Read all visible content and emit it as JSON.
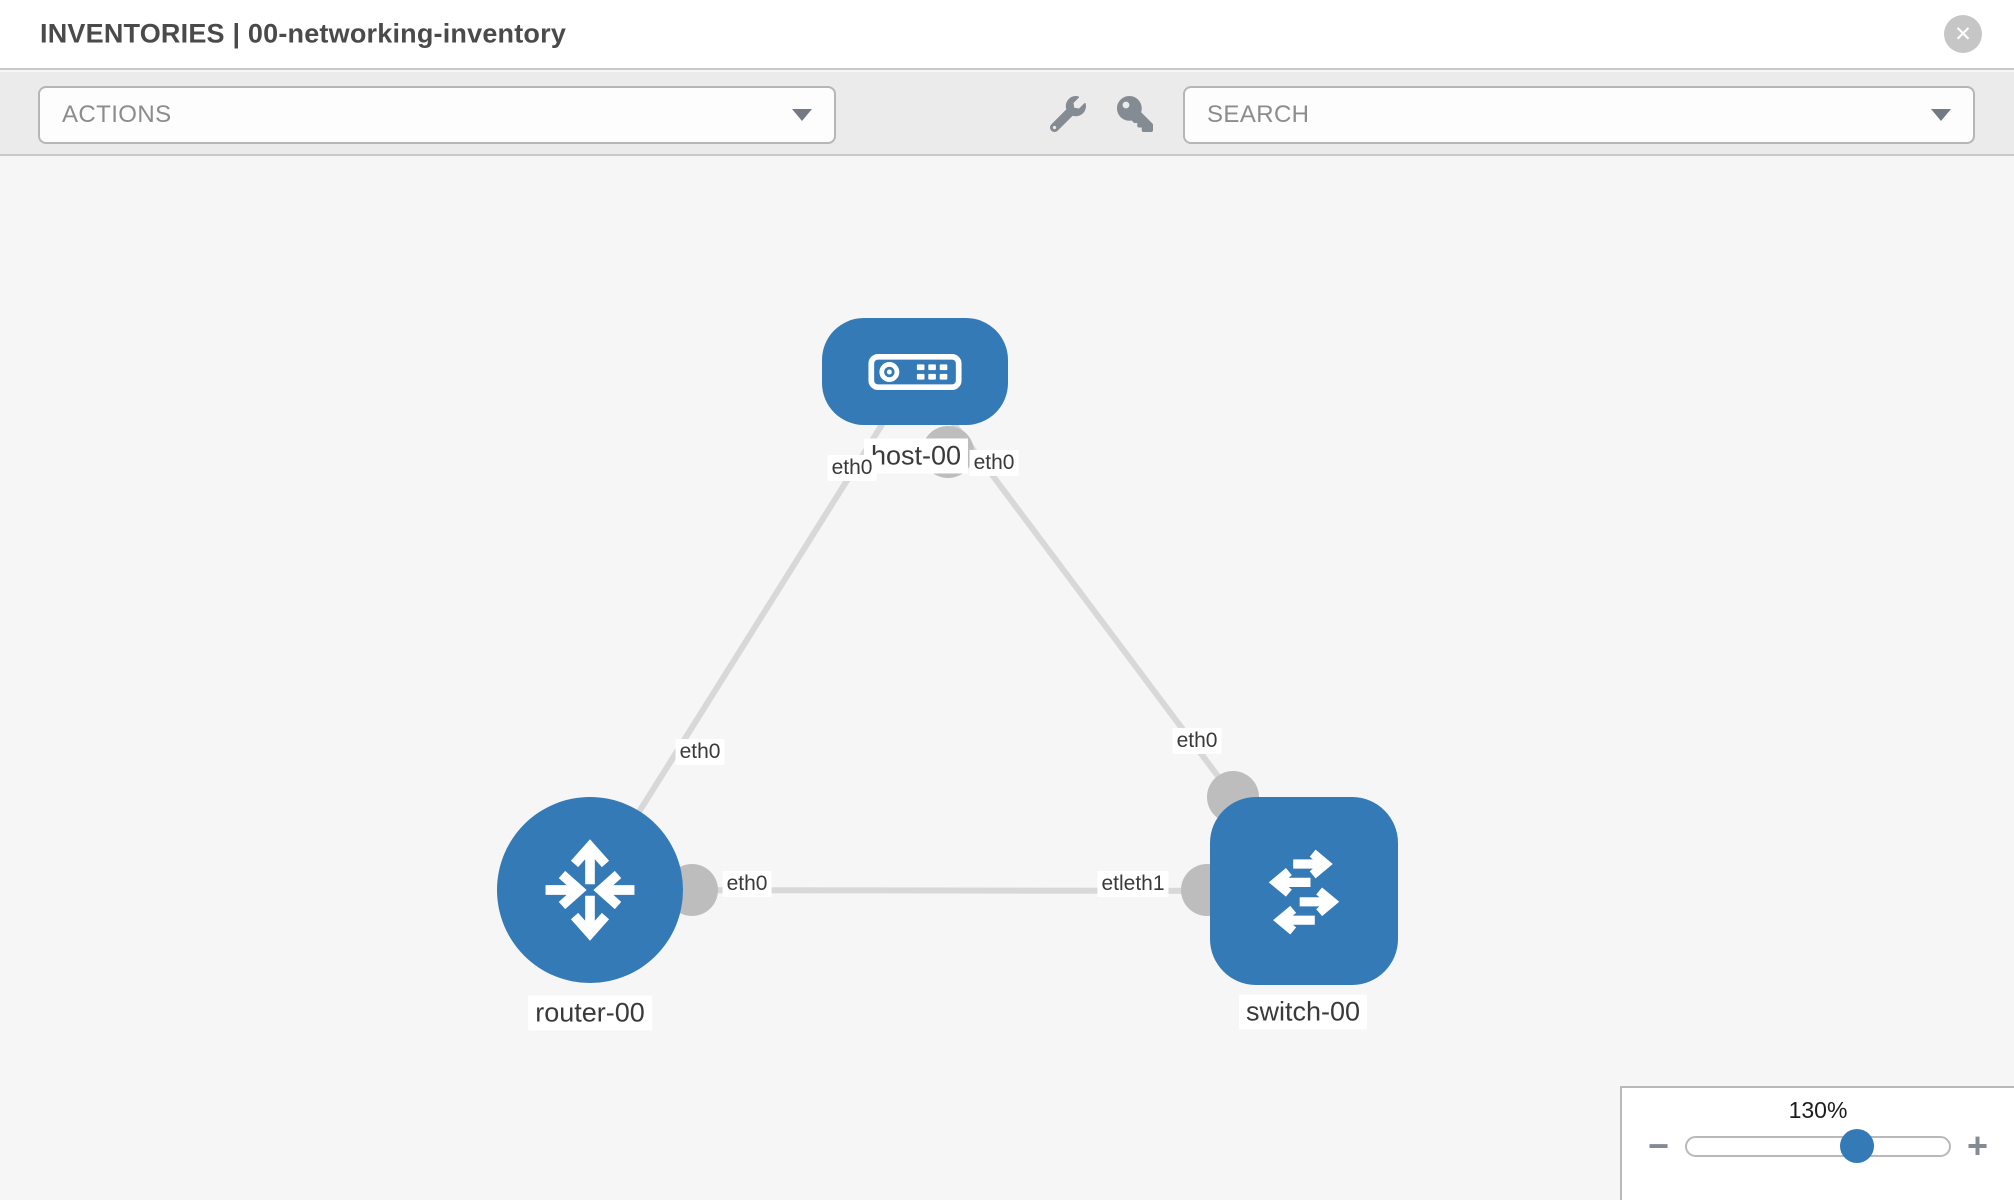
{
  "header": {
    "title": "INVENTORIES | 00-networking-inventory",
    "close_glyph": "✕"
  },
  "toolbar": {
    "actions_dropdown": {
      "label": "ACTIONS"
    },
    "search_dropdown": {
      "label": "SEARCH"
    },
    "icons": [
      "wrench-icon",
      "key-icon"
    ]
  },
  "topology": {
    "nodes": [
      {
        "label": "host-00",
        "type": "host"
      },
      {
        "label": "router-00",
        "type": "router"
      },
      {
        "label": "switch-00",
        "type": "switch"
      }
    ],
    "links": [
      {
        "from": "host-00",
        "to": "router-00"
      },
      {
        "from": "host-00",
        "to": "switch-00"
      },
      {
        "from": "router-00",
        "to": "switch-00"
      }
    ],
    "iface_labels": {
      "host_router_host_end": "eth0",
      "host_router_router_end": "eth0",
      "host_switch_host_end": "eth0",
      "host_switch_switch_end": "eth0",
      "router_switch_router_end": "eth0",
      "router_switch_switch_end": "etleth1"
    }
  },
  "zoom_control": {
    "value": "130%",
    "percent": 130,
    "minus_glyph": "−",
    "plus_glyph": "+"
  },
  "colors": {
    "node_blue": "#337ab7",
    "link_gray": "#d8d8d8",
    "port_gray": "#bdbdbd",
    "toolbar_bg": "#ebebeb",
    "canvas_bg": "#f6f6f6",
    "label_text": "#3a3a3a"
  }
}
